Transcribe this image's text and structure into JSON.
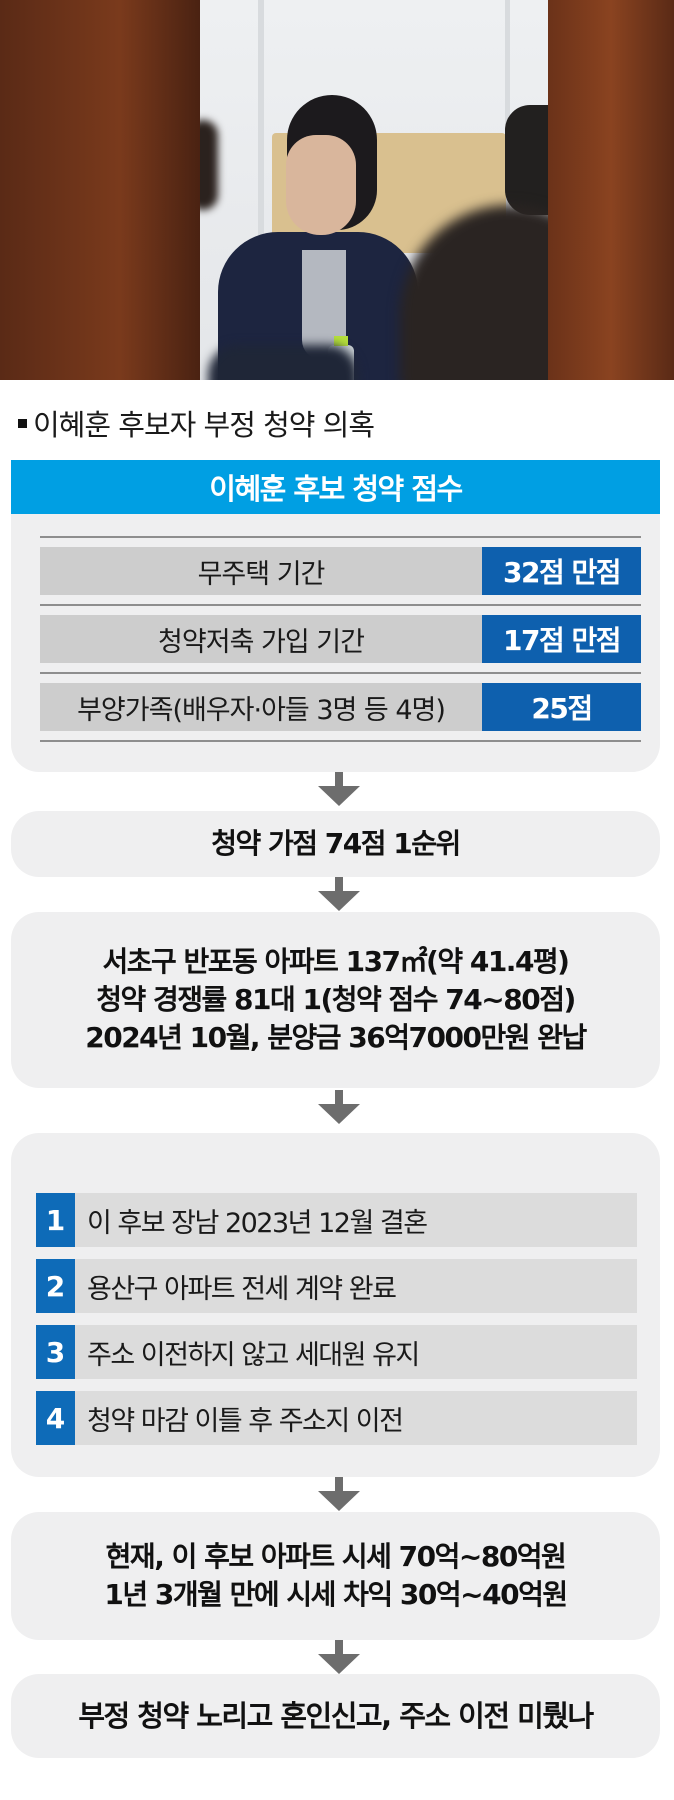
{
  "photo": {
    "description": "Candidate seated at a meeting table, viewed between two blurred foreground figures"
  },
  "title": {
    "marker": "■",
    "text": "이혜훈 후보자 부정 청약 의혹"
  },
  "score_card": {
    "header": "이혜훈 후보 청약 점수",
    "rows": [
      {
        "label": "무주택 기간",
        "value": "32점 만점"
      },
      {
        "label": "청약저축 가입 기간",
        "value": "17점 만점"
      },
      {
        "label": "부양가족(배우자·아들 3명 등 4명)",
        "value": "25점"
      }
    ]
  },
  "flow": {
    "step_total": {
      "lines": [
        "청약 가점 74점 1순위"
      ]
    },
    "step_apartment": {
      "lines": [
        "서초구 반포동 아파트 137㎡(약 41.4평)",
        "청약 경쟁률 81대 1(청약 점수 74~80점)",
        "2024년 10월, 분양금 36억7000만원 완납"
      ]
    },
    "step_list": {
      "items": [
        {
          "num": "1",
          "text": "이 후보 장남 2023년 12월 결혼"
        },
        {
          "num": "2",
          "text": "용산구 아파트 전세 계약 완료"
        },
        {
          "num": "3",
          "text": "주소 이전하지 않고 세대원 유지"
        },
        {
          "num": "4",
          "text": "청약 마감 이틀 후 주소지 이전"
        }
      ]
    },
    "step_value": {
      "lines": [
        "현재, 이 후보 아파트 시세 70억~80억원",
        "1년 3개월 만에 시세 차익 30억~40억원"
      ]
    },
    "step_conclusion": {
      "lines": [
        "부정 청약 노리고 혼인신고, 주소 이전 미뤘나"
      ]
    }
  },
  "colors": {
    "header_blue": "#009fe3",
    "value_blue": "#0e60ae",
    "badge_blue": "#0e6bb8",
    "box_gray": "#efeff0",
    "row_gray": "#cdcdcd",
    "arrow_gray": "#6d6d6d"
  }
}
